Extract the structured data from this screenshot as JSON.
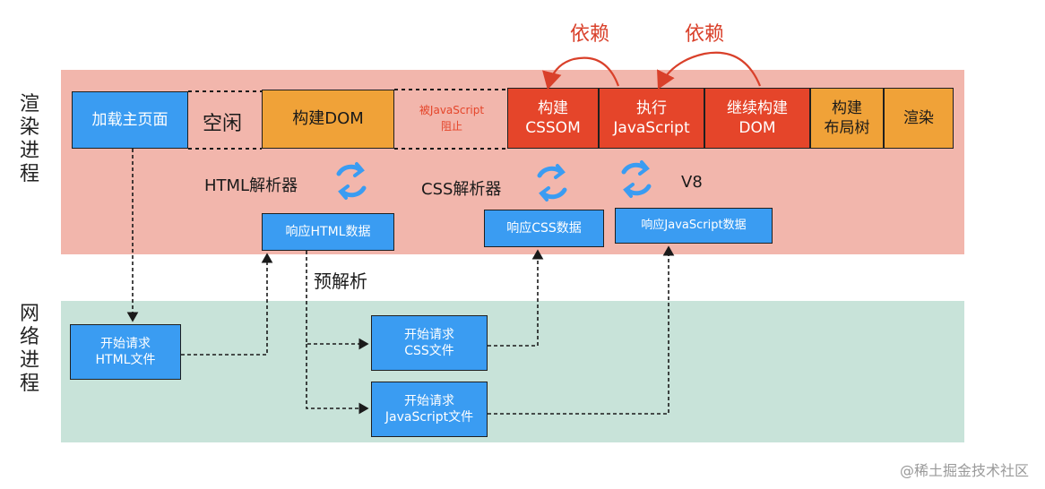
{
  "lanes": {
    "render": "渲染进程",
    "network": "网络进程"
  },
  "render_boxes": {
    "load_page": "加载主页面",
    "idle": "空闲",
    "build_dom": "构建DOM",
    "blocked": [
      "被JavaScript",
      "阻止"
    ],
    "build_cssom": [
      "构建",
      "CSSOM"
    ],
    "exec_js": [
      "执行",
      "JavaScript"
    ],
    "continue_dom": [
      "继续构建",
      "DOM"
    ],
    "layout_tree": [
      "构建",
      "布局树"
    ],
    "paint": "渲染"
  },
  "dependency_labels": [
    "依赖",
    "依赖"
  ],
  "parsers": {
    "html": "HTML解析器",
    "css": "CSS解析器",
    "v8": "V8"
  },
  "responses": {
    "html": "响应HTML数据",
    "css": "响应CSS数据",
    "js": "响应JavaScript数据"
  },
  "preparse": "预解析",
  "requests": {
    "html": [
      "开始请求",
      "HTML文件"
    ],
    "css": [
      "开始请求",
      "CSS文件"
    ],
    "js": [
      "开始请求",
      "JavaScript文件"
    ]
  },
  "watermark": "@稀土掘金技术社区",
  "colors": {
    "render_lane": "#f2b6ac",
    "network_lane": "#c8e3d9",
    "blue_box": "#3a9cf2",
    "orange_box": "#f0a238",
    "red_box": "#e5452a",
    "cycle_icon": "#3a9cf2",
    "dependency_arrow": "#d9402a"
  },
  "icons": [
    "cycle-icon",
    "cycle-icon",
    "cycle-icon"
  ]
}
